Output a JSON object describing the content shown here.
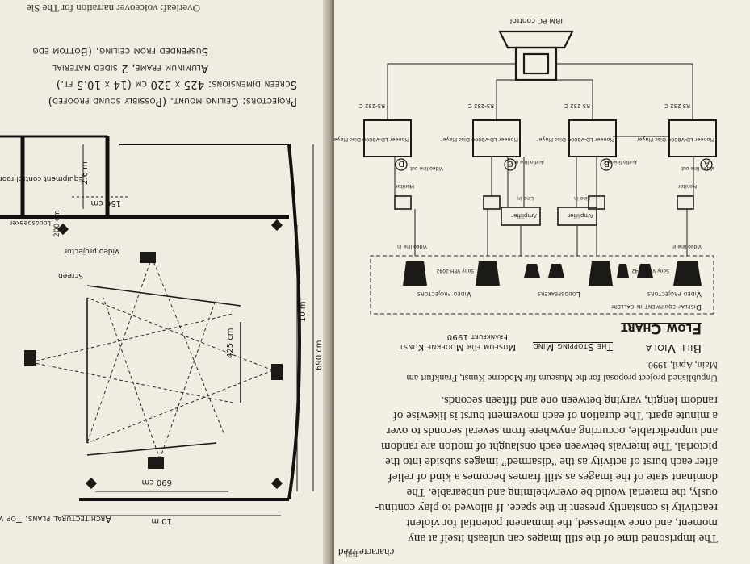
{
  "left_page": {
    "header": "Overleaf: voiceover narration for The Sle",
    "title": "Bill Viola",
    "plan_title": "Architectural plans: Top view",
    "notes": [
      "Projectors: Ceiling mount. (Possibly sound proofed)",
      "Screen dimensions: 425 x 320 cm (14 x 10.5 ft.)",
      "Aluminum frame, 2 sided material",
      "Suspended from ceiling, (Bottom edg"
    ],
    "labels": {
      "equipment_room": "Equipment control room",
      "dim_150": "150 cm",
      "dim_200": "200 cm",
      "dim_425": "425 cm",
      "dim_690w": "690 cm",
      "dim_690h": "690 cm",
      "dim_10m_side": "10 m",
      "dim_10m_bottom": "10 m",
      "dim_26m": "2.6 m",
      "screen": "Screen",
      "video_projector": "Video projector",
      "loudspeaker": "Loudspeaker"
    }
  },
  "right_page": {
    "paragraph": [
      "characterized",
      "The imprisoned time of the still images can unleash itself at any",
      "moment, and once witnessed, the immanent potential for violent",
      "reactivity is constantly present in the space. If allowed to play continu-",
      "ously, the material would be overwhelming and unbearable. The",
      "dominant state of the images as still frames becomes a kind of relief",
      "after each burst of activity as the “disarmed” images subside into the",
      "pictorial. The intervals between each onslaught of motion are random",
      "and unpredictable, occurring anywhere from several seconds to over",
      "a minute apart. The duration of each movement burst is likewise of",
      "random length, varying between one and fifteen seconds."
    ],
    "caption": [
      "Unpublished project proposal for the Museum für Moderne Kunst, Frankfurt am",
      "Main, April, 1990."
    ],
    "folio": "Bill",
    "flow": {
      "author": "Bill Viola",
      "title": "The Stopping Mind",
      "venue": "Museum für Moderne Kunst",
      "place": "Frankfurt 1990",
      "heading": "Flow Chart",
      "display_box": "Display equipment in gallery",
      "group_projectors": "Video projectors",
      "group_speakers": "Loudspeakers",
      "computer": "IBM PC control",
      "players": [
        {
          "letter": "A",
          "name": "Pioneer LD-V8000 Disc Player",
          "rs": "RS 232 C",
          "extra": "Video line out"
        },
        {
          "letter": "B",
          "name": "Pioneer LD-V8000 Disc Player",
          "rs": "RS 232 C",
          "extra": "Audio line out"
        },
        {
          "letter": "C",
          "name": "Pioneer LD-V8000 Disc Player",
          "rs": "RS-232 C",
          "extra": "Audio line out"
        },
        {
          "letter": "D",
          "name": "Pioneer LD-V8000 Disc Player",
          "rs": "RS-232 C",
          "extra": "Video line out"
        }
      ],
      "amplifier": "Amplifier",
      "monitor": "Monitor",
      "projector_model": "Sony VPH-1042",
      "video_line_in": "Video line in",
      "line_in": "Line in"
    }
  }
}
